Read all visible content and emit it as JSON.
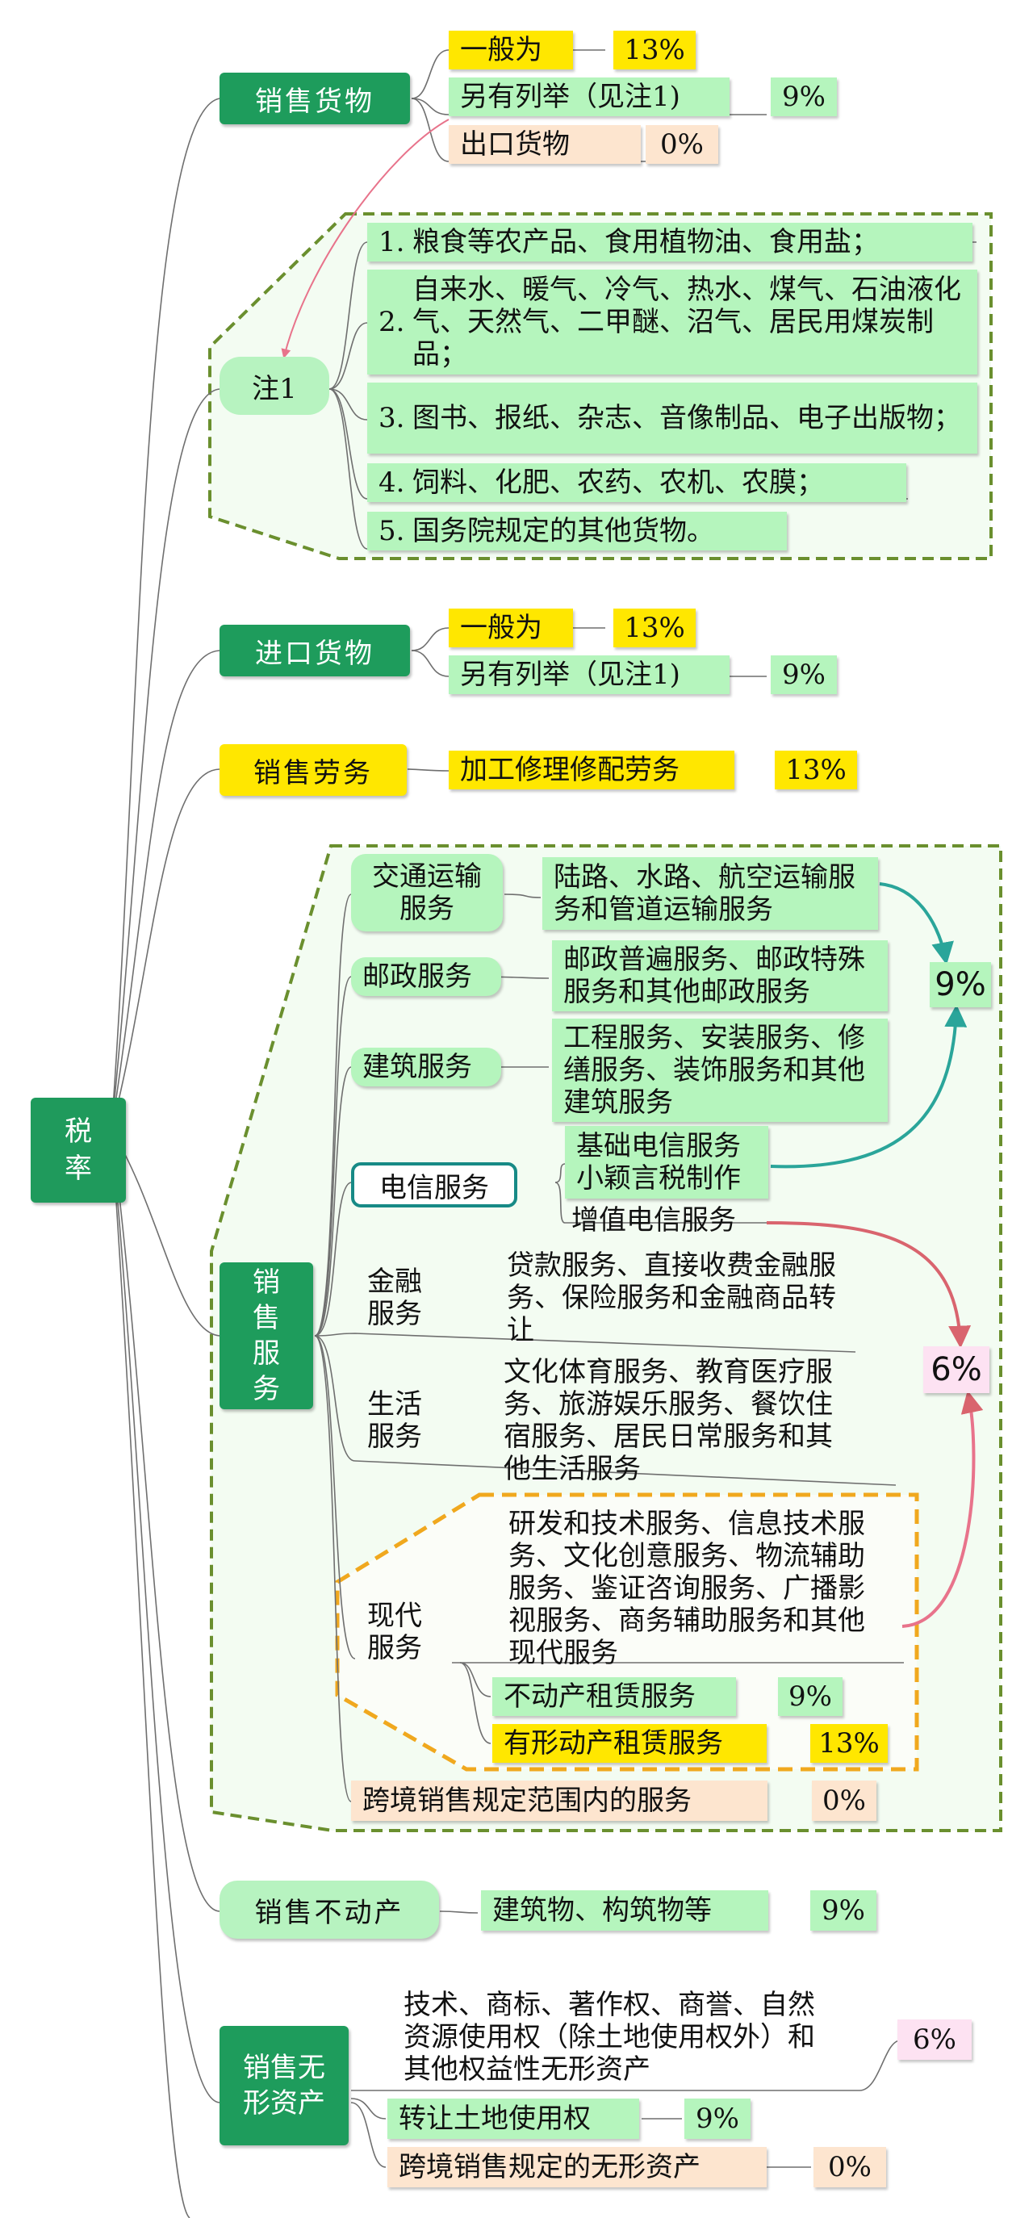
{
  "root": {
    "label": "税率"
  },
  "sales_goods": {
    "label": "销售货物",
    "general": {
      "label": "一般为",
      "rate": "13%"
    },
    "listed": {
      "label": "另有列举（见注1)",
      "rate": "9%"
    },
    "export": {
      "label": "出口货物",
      "rate": "0%"
    }
  },
  "note1": {
    "label": "注1",
    "items": [
      {
        "num": "1.",
        "text": "粮食等农产品、食用植物油、食用盐；"
      },
      {
        "num": "2.",
        "text": "自来水、暖气、冷气、热水、煤气、石油液化气、天然气、二甲醚、沼气、居民用煤炭制品；"
      },
      {
        "num": "3.",
        "text": "图书、报纸、杂志、音像制品、电子出版物；"
      },
      {
        "num": "4.",
        "text": "饲料、化肥、农药、农机、农膜；"
      },
      {
        "num": "5.",
        "text": "国务院规定的其他货物。"
      }
    ]
  },
  "import_goods": {
    "label": "进口货物",
    "general": {
      "label": "一般为",
      "rate": "13%"
    },
    "listed": {
      "label": "另有列举（见注1)",
      "rate": "9%"
    }
  },
  "sales_labor": {
    "label": "销售劳务",
    "item": {
      "label": "加工修理修配劳务",
      "rate": "13%"
    }
  },
  "sales_services": {
    "label": "销售服务",
    "transport": {
      "label": "交通运输服务",
      "detail": "陆路、水路、航空运输服务和管道运输服务"
    },
    "postal": {
      "label": "邮政服务",
      "detail": "邮政普遍服务、邮政特殊服务和其他邮政服务"
    },
    "construction": {
      "label": "建筑服务",
      "detail": "工程服务、安装服务、修缮服务、装饰服务和其他建筑服务"
    },
    "telecom": {
      "label": "电信服务",
      "basic": "基础电信服务小颖言税制作",
      "value_added": "增值电信服务"
    },
    "finance": {
      "label": "金融服务",
      "detail": "贷款服务、直接收费金融服务、保险服务和金融商品转让"
    },
    "life": {
      "label": "生活服务",
      "detail": "文化体育服务、教育医疗服务、旅游娱乐服务、餐饮住宿服务、居民日常服务和其他生活服务"
    },
    "modern": {
      "label": "现代服务",
      "detail": "研发和技术服务、信息技术服务、文化创意服务、物流辅助服务、鉴证咨询服务、广播影视服务、商务辅助服务和其他现代服务",
      "real_estate_lease": {
        "label": "不动产租赁服务",
        "rate": "9%"
      },
      "movable_lease": {
        "label": "有形动产租赁服务",
        "rate": "13%"
      }
    },
    "cross_border": {
      "label": "跨境销售规定范围内的服务",
      "rate": "0%"
    },
    "rate_9": "9%",
    "rate_6": "6%"
  },
  "sales_realestate": {
    "label": "销售不动产",
    "item": {
      "label": "建筑物、构筑物等",
      "rate": "9%"
    }
  },
  "sales_intangible": {
    "label": "销售无形资产",
    "tech": {
      "text": "技术、商标、著作权、商誉、自然资源使用权（除土地使用权外）和其他权益性无形资产",
      "rate": "6%"
    },
    "land": {
      "label": "转让土地使用权",
      "rate": "9%"
    },
    "cross_border": {
      "label": "跨境销售规定的无形资产",
      "rate": "0%"
    }
  },
  "colors": {
    "dark_green": "#1e9c5c",
    "light_green": "#b5f5bd",
    "yellow": "#ffe700",
    "peach": "#fde5cf",
    "pink": "#fde2f2",
    "teal": "#2aa59a",
    "red_arrow": "#d9646e",
    "dash_green": "#6a8f2e",
    "dash_orange": "#f0a81e"
  }
}
